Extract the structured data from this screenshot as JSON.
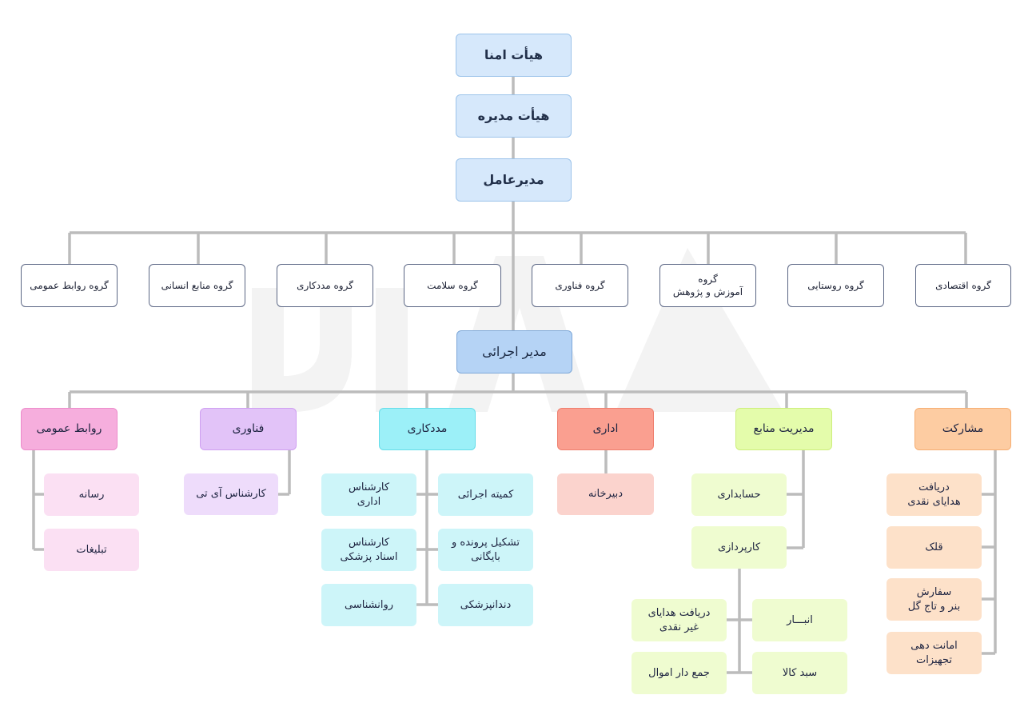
{
  "board": {
    "trustees": "هیأت امنا",
    "directors": "هیأت مدیره",
    "ceo": "مدیرعامل"
  },
  "groups": [
    "گروه اقتصادی",
    "گروه روستایی",
    "گروه\nآموزش و پژوهش",
    "گروه فناوری",
    "گروه سلامت",
    "گروه مددکاری",
    "گروه منابع انسانی",
    "گروه روابط عمومی"
  ],
  "executive": "مدیر اجرائی",
  "departments": {
    "participation": {
      "title": "مشارکت",
      "items": [
        "دریافت\nهدایای نقدی",
        "قلک",
        "سفارش\nبنر و تاج گل",
        "امانت دهی\nتجهیزات"
      ]
    },
    "resources": {
      "title": "مدیریت منابع",
      "items": [
        "حسابداری",
        "کارپردازی"
      ],
      "procurement": [
        "انبـــار",
        "دریافت هدایای\nغیر نقدی",
        "سبد کالا",
        "جمع دار اموال"
      ]
    },
    "admin": {
      "title": "اداری",
      "items": [
        "دبیرخانه"
      ]
    },
    "social_work": {
      "title": "مددکاری",
      "right": [
        "کمیته اجرائی",
        "تشکیل پرونده و\nبایگانی",
        "دندانپزشکی"
      ],
      "left": [
        "کارشناس\nاداری",
        "کارشناس\nاسناد پزشکی",
        "روانشناسی"
      ]
    },
    "tech": {
      "title": "فناوری",
      "items": [
        "کارشناس آی تی"
      ]
    },
    "pr": {
      "title": "روابط عمومی",
      "items": [
        "رسانه",
        "تبلیغات"
      ]
    }
  },
  "colors": {
    "connector": "#bcbcbc",
    "top_box": "#d6e8fb",
    "executive": "#b5d3f5",
    "participation": "#fdcca2",
    "resources": "#e4fcab",
    "admin": "#fa9f90",
    "social_work": "#9cf0f8",
    "tech": "#e2c3f8",
    "pr": "#f6aedd"
  }
}
